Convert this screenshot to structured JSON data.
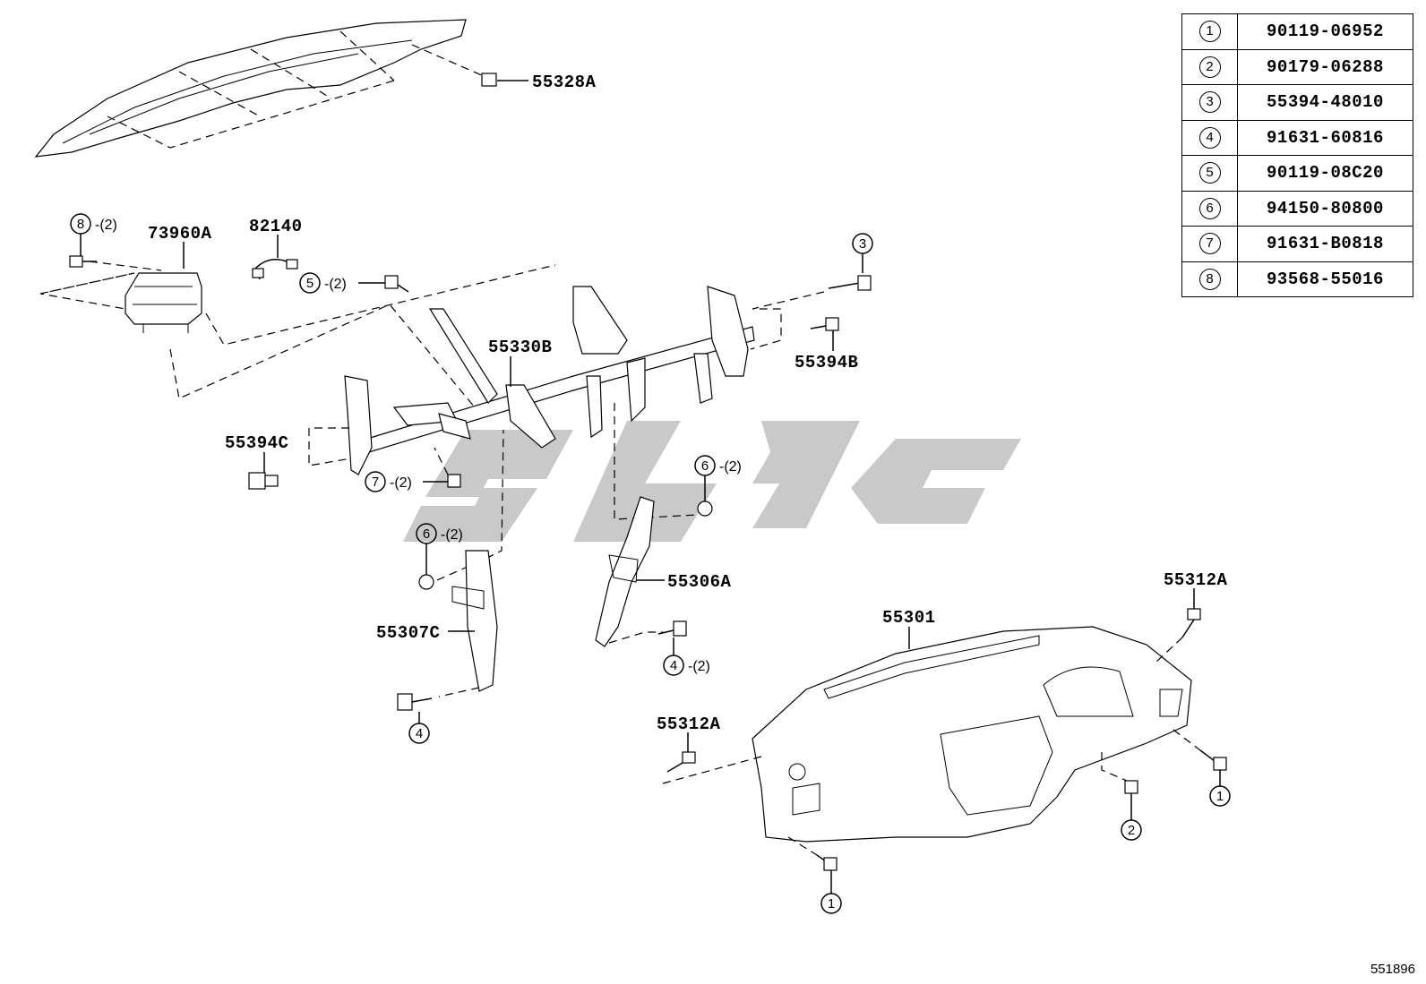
{
  "legend": [
    {
      "index": "1",
      "part_number": "90119-06952"
    },
    {
      "index": "2",
      "part_number": "90179-06288"
    },
    {
      "index": "3",
      "part_number": "55394-48010"
    },
    {
      "index": "4",
      "part_number": "91631-60816"
    },
    {
      "index": "5",
      "part_number": "90119-08C20"
    },
    {
      "index": "6",
      "part_number": "94150-80800"
    },
    {
      "index": "7",
      "part_number": "91631-B0818"
    },
    {
      "index": "8",
      "part_number": "93568-55016"
    }
  ],
  "labels": {
    "p55328A": "55328A",
    "p73960A": "73960A",
    "p82140": "82140",
    "p55330B": "55330B",
    "p55394B": "55394B",
    "p55394C": "55394C",
    "p55306A": "55306A",
    "p55307C": "55307C",
    "p55301": "55301",
    "p55312A_right": "55312A",
    "p55312A_left": "55312A"
  },
  "callouts": {
    "c8_qty": "-(2)",
    "c5_qty": "-(2)",
    "c7_qty": "-(2)",
    "c6a_qty": "-(2)",
    "c6b_qty": "-(2)",
    "c4a_qty": "-(2)"
  },
  "circled": {
    "c1": "1",
    "c2": "2",
    "c3": "3",
    "c4": "4",
    "c5": "5",
    "c6": "6",
    "c7": "7",
    "c8": "8"
  },
  "diagram_id": "551896"
}
